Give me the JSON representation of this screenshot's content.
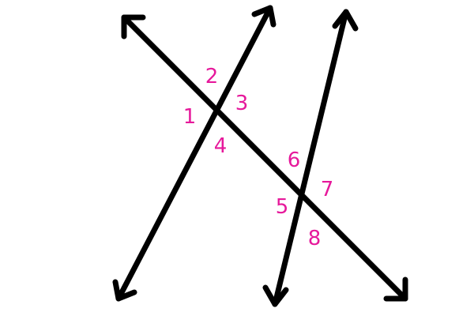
{
  "colors": {
    "line": "#000000",
    "label": "#e6199b",
    "background": "#ffffff"
  },
  "labels": {
    "angle_1": "1",
    "angle_2": "2",
    "angle_3": "3",
    "angle_4": "4",
    "angle_5": "5",
    "angle_6": "6",
    "angle_7": "7",
    "angle_8": "8"
  }
}
